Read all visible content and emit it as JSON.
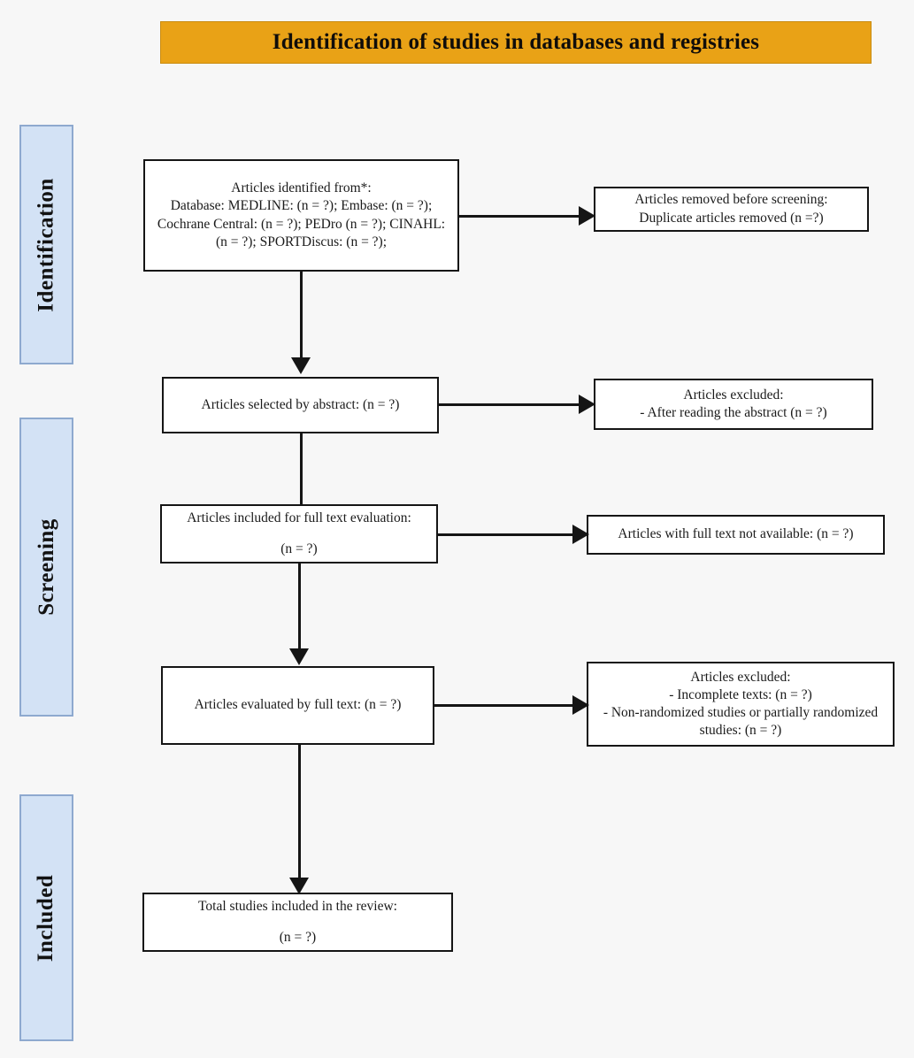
{
  "title": {
    "text": "Identification of studies in databases and registries",
    "background": "#E9A216"
  },
  "stages": [
    {
      "key": "identification",
      "label": "Identification"
    },
    {
      "key": "screening",
      "label": "Screening"
    },
    {
      "key": "included",
      "label": "Included"
    }
  ],
  "boxes": {
    "identified": {
      "lines": [
        "Articles identified from*:",
        "Database: MEDLINE: (n = ?); Embase: (n = ?); Cochrane Central: (n = ?); PEDro (n = ?); CINAHL: (n = ?); SPORTDiscus: (n = ?);"
      ]
    },
    "removed": {
      "lines": [
        "Articles removed before screening:",
        "Duplicate articles removed (n =?)"
      ]
    },
    "selected": {
      "lines": [
        "Articles selected by abstract: (n = ?)"
      ]
    },
    "excluded_abstract": {
      "lines": [
        "Articles excluded:",
        "- After reading the abstract (n = ?)"
      ]
    },
    "fulltext_included": {
      "lines": [
        "Articles included for full text evaluation:",
        "(n = ?)"
      ]
    },
    "fulltext_not_available": {
      "lines": [
        "Articles with full text not available: (n = ?)"
      ]
    },
    "evaluated": {
      "lines": [
        "Articles evaluated by full text: (n = ?)"
      ]
    },
    "excluded_fulltext": {
      "lines": [
        "Articles excluded:",
        "- Incomplete texts: (n = ?)",
        "- Non-randomized studies or partially randomized studies: (n = ?)"
      ]
    },
    "total": {
      "lines": [
        "Total studies included in the review:",
        "(n = ?)"
      ]
    }
  },
  "colors": {
    "banner": "#E9A216",
    "stage_fill": "#D3E2F5",
    "stage_border": "#8EA9CF",
    "box_border": "#151515",
    "connector": "#151515"
  }
}
